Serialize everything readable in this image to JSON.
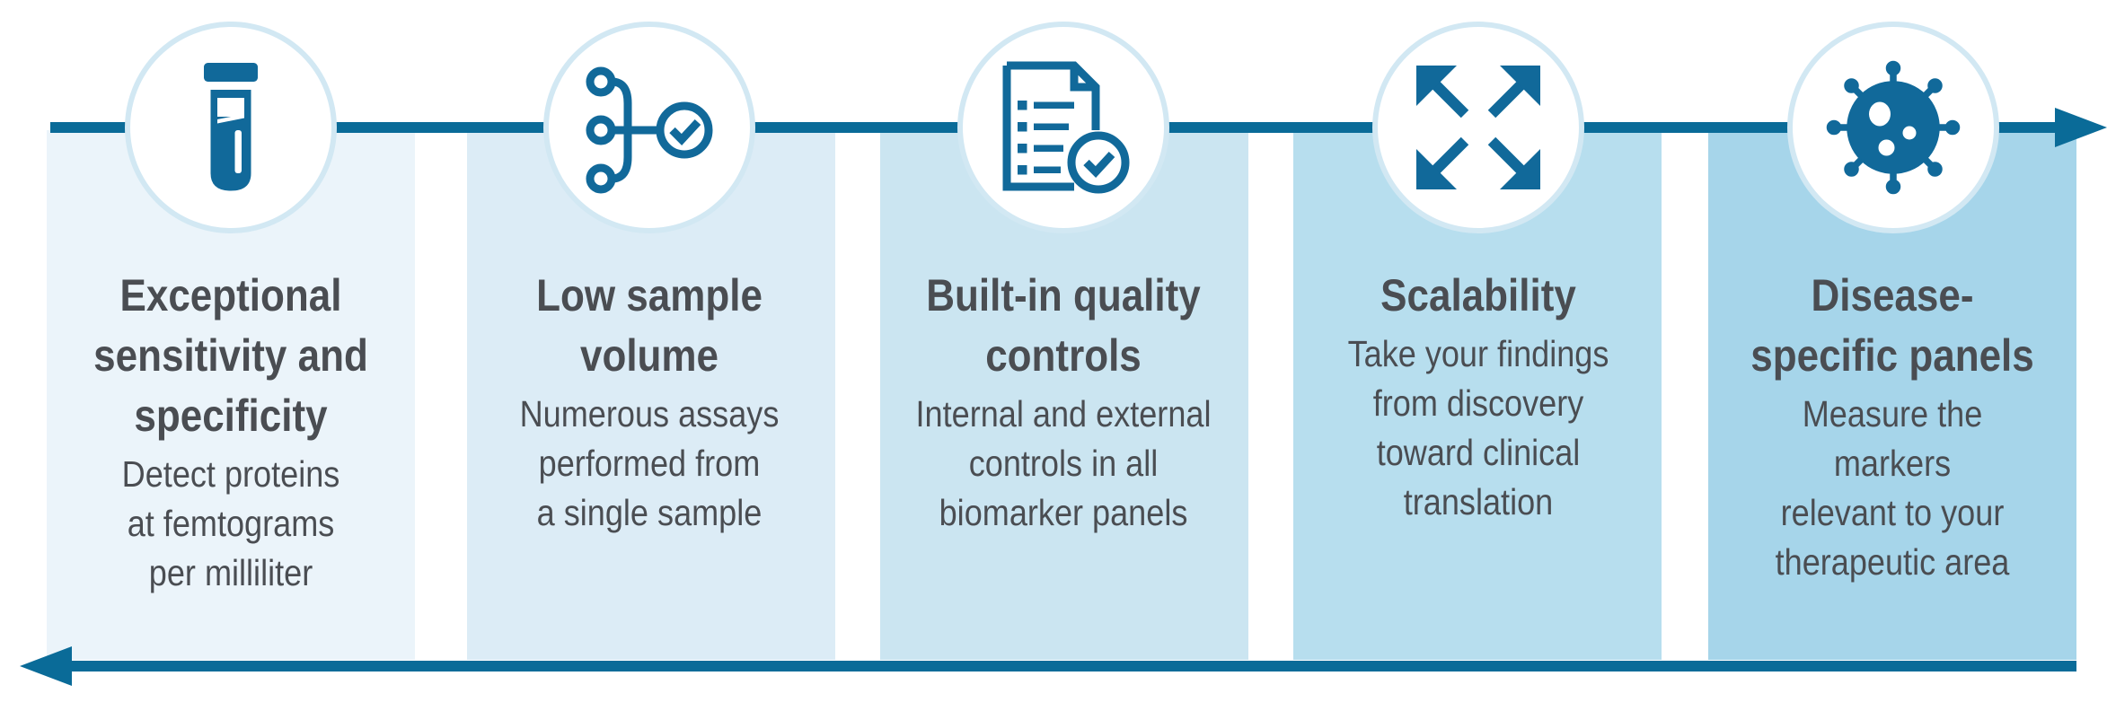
{
  "colors": {
    "line": "#0a6b98",
    "icon": "#11699a",
    "circle_ring": "#d2e8f3",
    "text": "#4a4d52",
    "panel_1": "#ebf4fa",
    "panel_2": "#dcecf6",
    "panel_3": "#cbe5f1",
    "panel_4": "#b7deee",
    "panel_5": "#a6d5ea"
  },
  "steps": [
    {
      "icon": "test-tube-icon",
      "title": "Exceptional sensitivity and specificity",
      "title_lines": [
        "Exceptional",
        "sensitivity and",
        "specificity"
      ],
      "description_lines": [
        "Detect proteins",
        "at femtograms",
        "per milliliter"
      ]
    },
    {
      "icon": "branch-check-icon",
      "title": "Low sample volume",
      "title_lines": [
        "Low sample",
        "volume"
      ],
      "description_lines": [
        "Numerous assays",
        "performed from",
        "a single sample"
      ]
    },
    {
      "icon": "document-check-icon",
      "title": "Built-in quality controls",
      "title_lines": [
        "Built-in quality",
        "controls"
      ],
      "description_lines": [
        "Internal and external",
        "controls in all",
        "biomarker panels"
      ]
    },
    {
      "icon": "expand-arrows-icon",
      "title": "Scalability",
      "title_lines": [
        "Scalability"
      ],
      "description_lines": [
        "Take your findings",
        "from discovery",
        "toward clinical",
        "translation"
      ]
    },
    {
      "icon": "virus-icon",
      "title": "Disease-specific panels",
      "title_lines": [
        "Disease-",
        "specific panels"
      ],
      "description_lines": [
        "Measure the markers",
        "relevant to your",
        "therapeutic area"
      ]
    }
  ]
}
